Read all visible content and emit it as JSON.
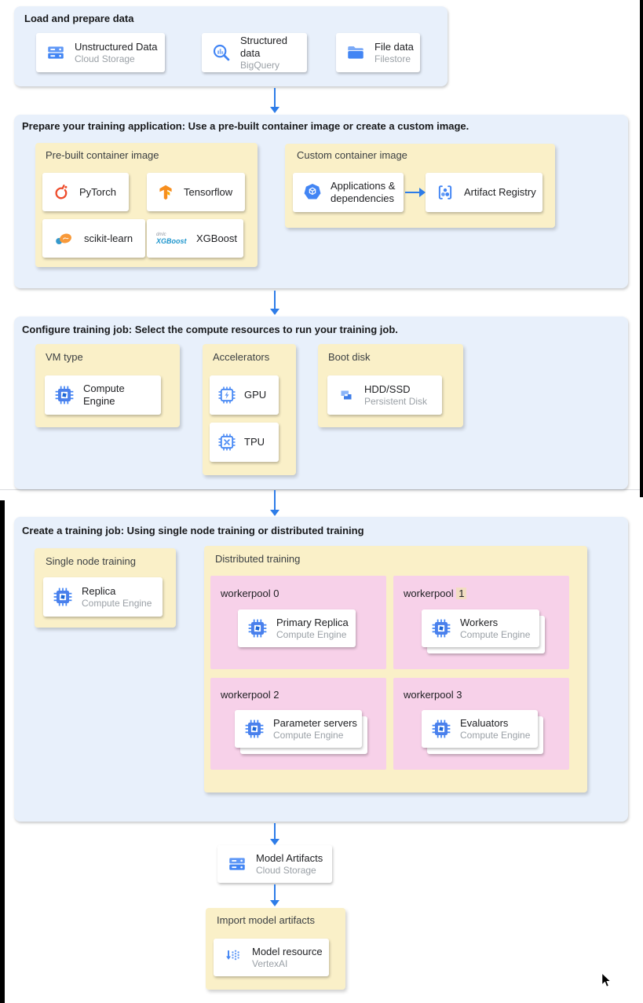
{
  "colors": {
    "panel_blue": "#e8f0fb",
    "box_yellow": "#faf0c8",
    "box_pink": "#f7d1e9",
    "arrow_blue": "#2d7ce8",
    "accent_blue": "#4285f4",
    "highlight_tan": "#f2ddc2",
    "title_dark": "#202124",
    "subtitle_gray": "#9aa0a6"
  },
  "icons": {
    "cloud_storage": "two stacked blue server bars with dash and dot",
    "bigquery": "blue magnifier with bar chart",
    "filestore": "blue folder",
    "pytorch": "orange flame ring",
    "tensorflow": "orange TF letterform",
    "scikit_learn": "orange ellipse over blue circle",
    "xgboost": "blue italic wordmark",
    "applications": "blue heptagon with white cube",
    "artifact_registry": "blue brackets with three dots",
    "compute_engine": "blue chip with inner square",
    "gpu": "chip outline with lightning bolt",
    "tpu": "chip outline with X pattern",
    "persistent_disk": "interlocked light/dark blue S blocks",
    "vertex_ai": "down arrow with dotted columns",
    "cursor": "black mouse pointer"
  },
  "load": {
    "title": "Load and prepare data",
    "cards": [
      {
        "title": "Unstructured Data",
        "subtitle": "Cloud Storage"
      },
      {
        "title": "Structured data",
        "subtitle": "BigQuery"
      },
      {
        "title": "File data",
        "subtitle": "Filestore"
      }
    ]
  },
  "prepare": {
    "title": "Prepare your training application: Use a pre-built container image or create a custom image.",
    "prebuilt": {
      "title": "Pre-built container image",
      "cards": [
        {
          "title": "PyTorch"
        },
        {
          "title": "Tensorflow"
        },
        {
          "title": "scikit-learn"
        },
        {
          "title": "XGBoost",
          "logo_small": "dmlc",
          "logo_main": "XGBoost"
        }
      ]
    },
    "custom": {
      "title": "Custom container image",
      "app_card": {
        "title": "Applications & dependencies"
      },
      "registry_card": {
        "title": "Artifact Registry"
      }
    }
  },
  "configure": {
    "title": "Configure training job: Select the compute resources to run your training job.",
    "vm": {
      "title": "VM type",
      "card": {
        "title": "Compute Engine"
      }
    },
    "accelerators": {
      "title": "Accelerators",
      "gpu": "GPU",
      "tpu": "TPU"
    },
    "boot": {
      "title": "Boot disk",
      "card": {
        "title": "HDD/SSD",
        "subtitle": "Persistent Disk"
      }
    }
  },
  "create": {
    "title": "Create a training job: Using single node training or distributed training",
    "single": {
      "title": "Single node training",
      "card": {
        "title": "Replica",
        "subtitle": "Compute Engine"
      }
    },
    "distributed": {
      "title": "Distributed training",
      "workerpools": [
        {
          "name": "workerpool",
          "num": "0",
          "card": {
            "title": "Primary Replica",
            "subtitle": "Compute Engine"
          }
        },
        {
          "name": "workerpool",
          "num": "1",
          "card": {
            "title": "Workers",
            "subtitle": "Compute Engine"
          }
        },
        {
          "name": "workerpool",
          "num": "2",
          "card": {
            "title": "Parameter servers",
            "subtitle": "Compute Engine"
          }
        },
        {
          "name": "workerpool",
          "num": "3",
          "card": {
            "title": "Evaluators",
            "subtitle": "Compute Engine"
          }
        }
      ]
    }
  },
  "model_artifacts": {
    "title": "Model Artifacts",
    "subtitle": "Cloud Storage"
  },
  "import_model": {
    "title": "Import model artifacts",
    "card": {
      "title": "Model resource",
      "subtitle": "VertexAI"
    }
  }
}
